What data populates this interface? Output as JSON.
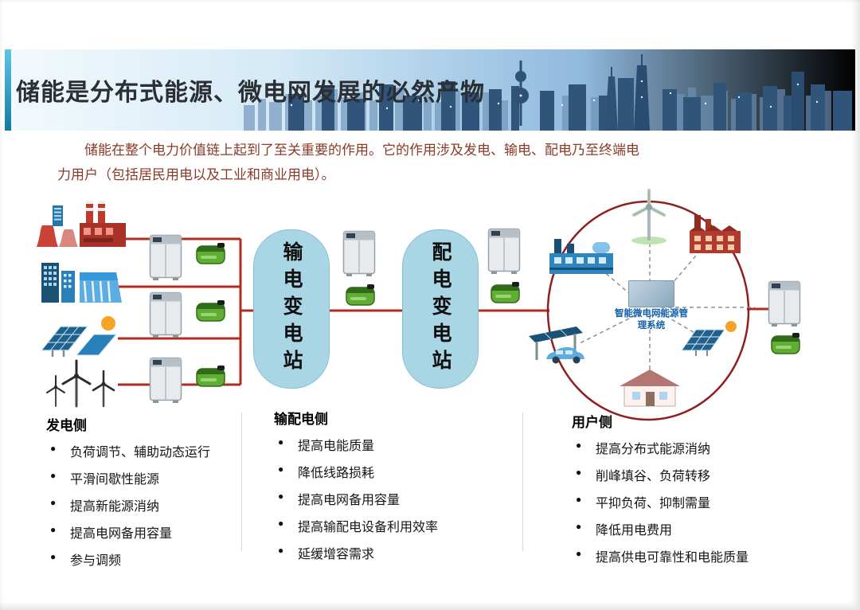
{
  "page": {
    "title": "储能是分布式能源、微电网发展的必然产物",
    "intro": "储能在整个电力价值链上起到了至关重要的作用。它的作用涉及发电、输电、配电乃至终端电力用户（包括居民用电以及工业和商业用电）。"
  },
  "diagram": {
    "transmission_substation": "输电变电站",
    "distribution_substation": "配电变电站",
    "microgrid_label": "智能微电网能源管理系统"
  },
  "colors": {
    "accent_teal": "#1477a6",
    "connector_red": "#b02c20",
    "ring_dark_red": "#8e1f1f",
    "substation_fill": "#a9d6e5",
    "battery_green": "#5fae33"
  },
  "columns": [
    {
      "heading": "发电侧",
      "items": [
        "负荷调节、辅助动态运行",
        "平滑间歇性能源",
        "提高新能源消纳",
        "提高电网备用容量",
        "参与调频"
      ]
    },
    {
      "heading": "输配电侧",
      "items": [
        "提高电能质量",
        "降低线路损耗",
        "提高电网备用容量",
        "提高输配电设备利用效率",
        "延缓增容需求"
      ]
    },
    {
      "heading": "用户侧",
      "items": [
        "提高分布式能源消纳",
        "削峰填谷、负荷转移",
        "平抑负荷、抑制需量",
        "降低用电费用",
        "提高供电可靠性和电能质量"
      ]
    }
  ]
}
